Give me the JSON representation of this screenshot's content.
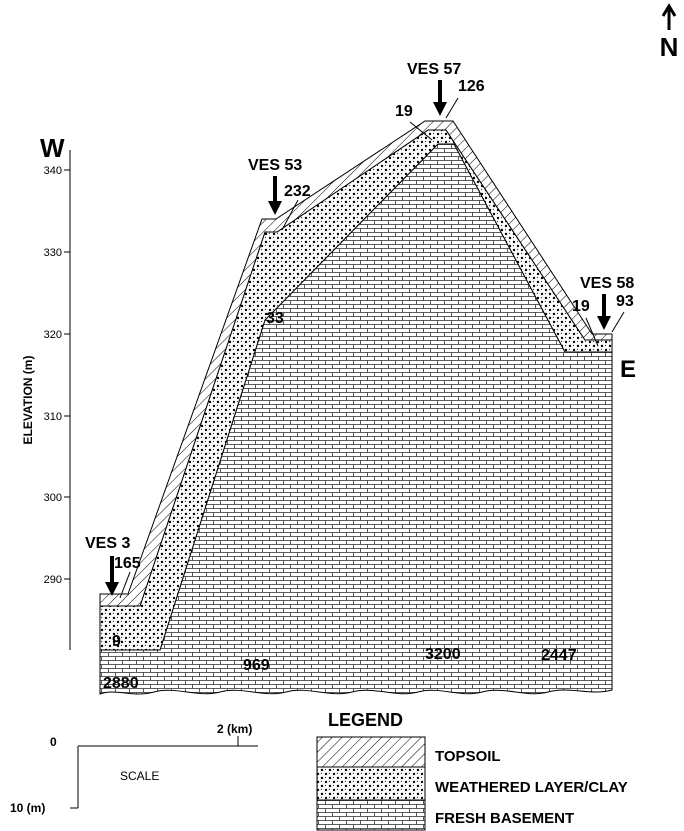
{
  "north_label": "N",
  "direction": {
    "west": "W",
    "east": "E"
  },
  "axis": {
    "ylabel": "ELEVATION (m)",
    "ticks": [
      "340",
      "330",
      "320",
      "310",
      "300",
      "290"
    ]
  },
  "stations": [
    {
      "name": "VES 3",
      "resistivities": [
        "165",
        "9",
        "2880"
      ]
    },
    {
      "name": "VES 53",
      "resistivities": [
        "232",
        "33",
        "969"
      ]
    },
    {
      "name": "VES 57",
      "resistivities": [
        "19",
        "126",
        "3200"
      ]
    },
    {
      "name": "VES 58",
      "resistivities": [
        "19",
        "93",
        "2447"
      ]
    }
  ],
  "scale": {
    "title": "SCALE",
    "horizontal": "2 (km)",
    "vertical": "10 (m)",
    "zero": "0"
  },
  "legend": {
    "title": "LEGEND",
    "items": [
      "TOPSOIL",
      "WEATHERED LAYER/CLAY",
      "FRESH BASEMENT"
    ]
  }
}
